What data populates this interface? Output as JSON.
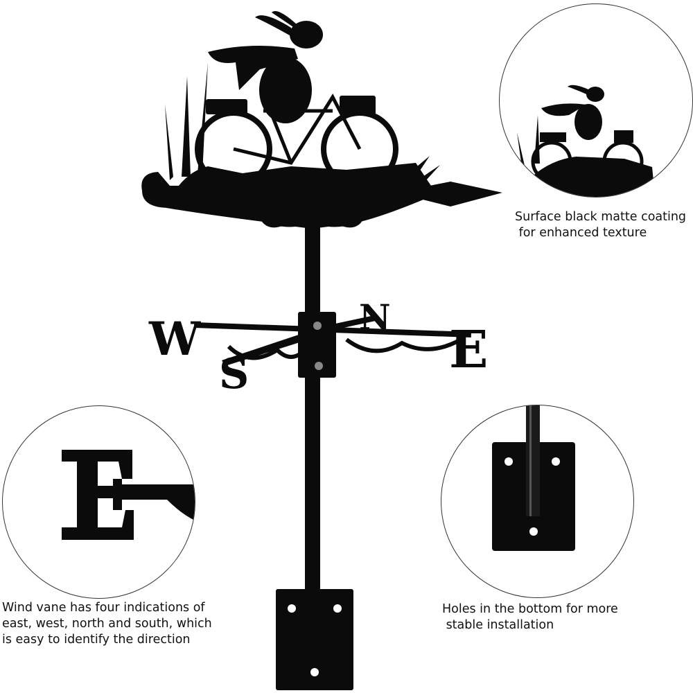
{
  "colors": {
    "silhouette": "#0b0b0b",
    "background": "#ffffff",
    "circle_border": "#333333"
  },
  "compass_letters": {
    "west": "W",
    "east": "E",
    "north": "N",
    "south": "S"
  },
  "callouts": {
    "coating": {
      "line1": "Surface black matte coating",
      "line2": " for enhanced texture"
    },
    "directions": {
      "line1": "Wind vane has four indications of",
      "line2": "east, west, north and south, which",
      "line3": "is easy to identify the direction"
    },
    "holes": {
      "line1": "Holes in the bottom for more",
      "line2": " stable installation"
    }
  }
}
